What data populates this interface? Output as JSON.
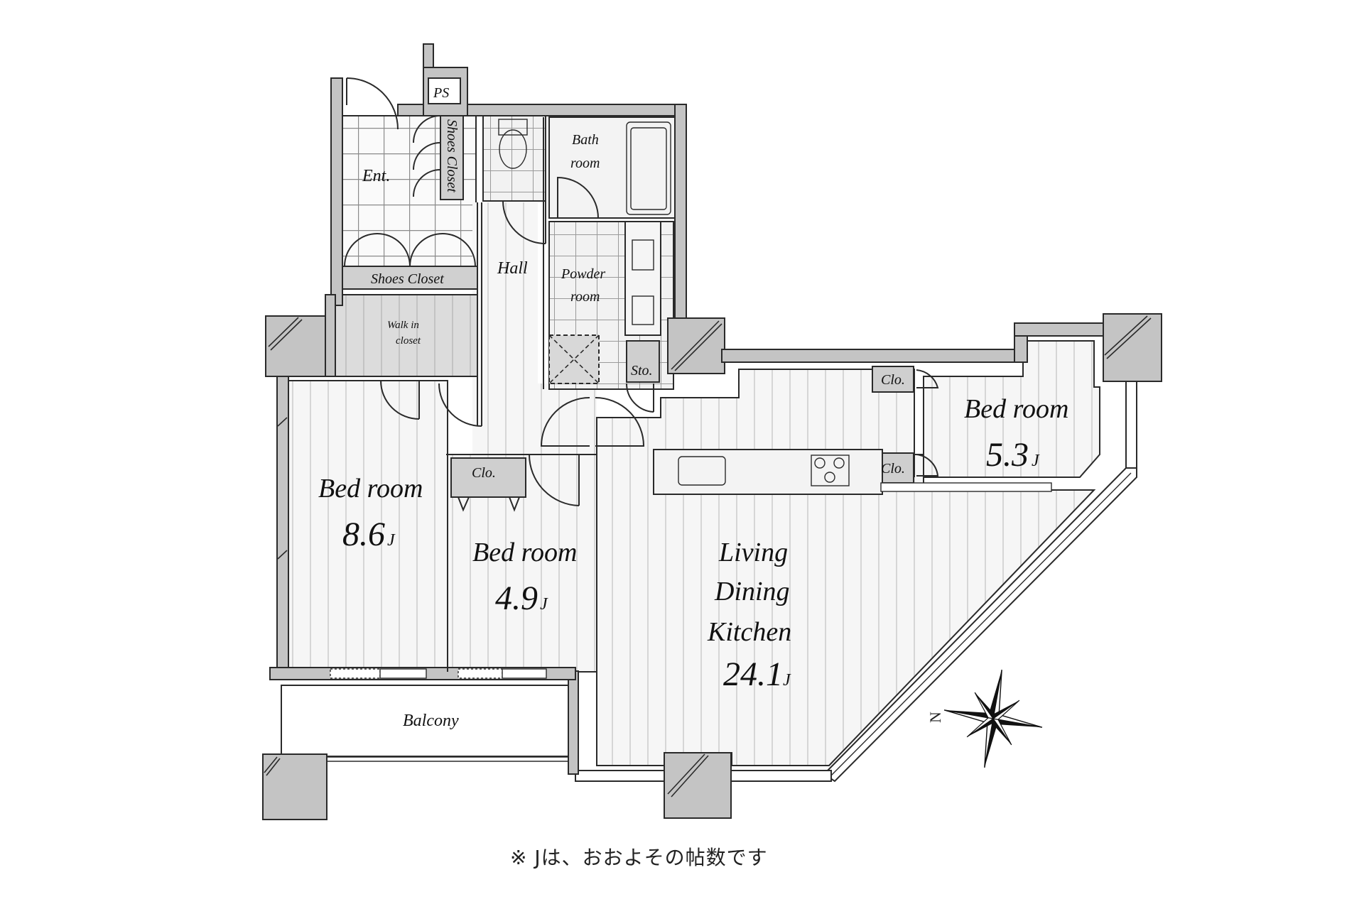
{
  "plan": {
    "rooms": {
      "entrance": {
        "label": "Ent."
      },
      "pipe_space": {
        "label": "PS"
      },
      "shoes_closet_vertical": {
        "label": "Shoes Closet"
      },
      "shoes_closet_horizontal": {
        "label": "Shoes Closet"
      },
      "walk_in_closet": {
        "line1": "Walk in",
        "line2": "closet"
      },
      "hall": {
        "label": "Hall"
      },
      "bath_room": {
        "line1": "Bath",
        "line2": "room"
      },
      "powder_room": {
        "line1": "Powder",
        "line2": "room"
      },
      "storage": {
        "label": "Sto."
      },
      "bedroom_large": {
        "label": "Bed room",
        "size": "8.6",
        "unit": "J"
      },
      "bedroom_small": {
        "label": "Bed room",
        "size": "4.9",
        "unit": "J"
      },
      "bedroom_right": {
        "label": "Bed room",
        "size": "5.3",
        "unit": "J"
      },
      "closet_bedroom_small": {
        "label": "Clo."
      },
      "closet_ldk_upper": {
        "label": "Clo."
      },
      "closet_ldk_lower": {
        "label": "Clo."
      },
      "ldk": {
        "line1": "Living",
        "line2": "Dining",
        "line3": "Kitchen",
        "size": "24.1",
        "unit": "J"
      },
      "balcony": {
        "label": "Balcony"
      }
    },
    "compass": {
      "north_label": "N"
    },
    "colors": {
      "wall": "#c4c4c4",
      "line": "#2a2a2a",
      "floor": "#f4f4f4",
      "closet": "#cfcfcf"
    }
  },
  "footnote": "※ Jは、おおよその帖数です"
}
